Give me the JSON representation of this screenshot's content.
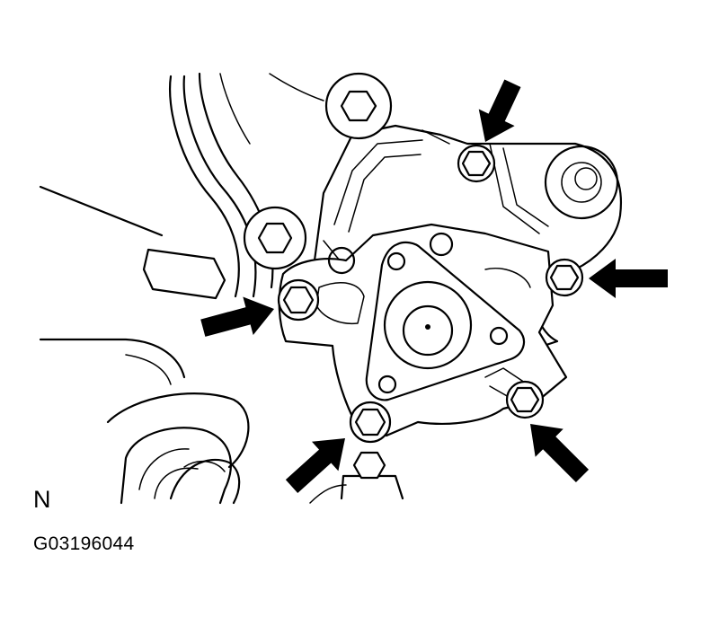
{
  "diagram": {
    "view_letter": "N",
    "figure_id": "G03196044",
    "callout_arrows": 5,
    "bolts_indicated": 5,
    "colors": {
      "line": "#000000",
      "background": "#ffffff"
    }
  }
}
